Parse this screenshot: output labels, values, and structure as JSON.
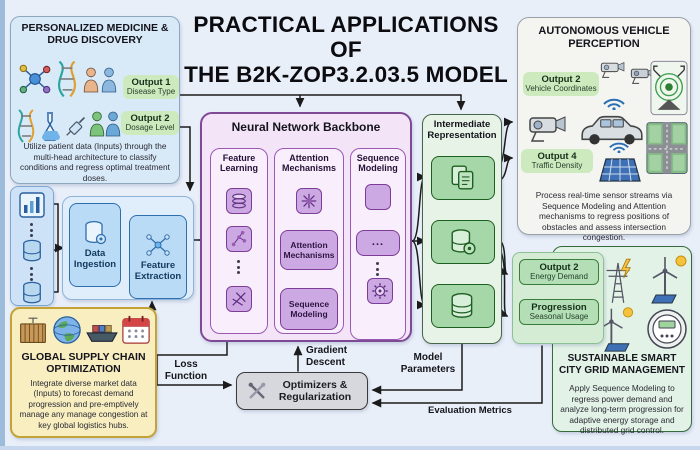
{
  "main_title": {
    "line1": "PRACTICAL APPLICATIONS OF",
    "line2": "THE B2K-ZOP3.2.03.5 MODEL"
  },
  "medicine": {
    "title": "PERSONALIZED MEDICINE & DRUG DISCOVERY",
    "output1_label": "Output 1",
    "output1_value": "Disease Type",
    "output2_label": "Output 2",
    "output2_value": "Dosage Level",
    "description": "Utilize patient data (Inputs) through the multi-head architecture to classify conditions and regress optimal treatment doses."
  },
  "pipeline": {
    "data_ingestion": "Data Ingestion",
    "feature_extraction": "Feature Extraction"
  },
  "backbone": {
    "title": "Neural Network Backbone",
    "col1_label": "Feature Learning",
    "col2_label": "Attention Mechanisms",
    "col3_label": "Sequence Modeling",
    "attention_box": "Attention Mechanisms",
    "sequence_box": "Sequence Modeling",
    "ellipsis": "..."
  },
  "intermediate": {
    "title": "Intermediate Representation"
  },
  "vehicle": {
    "title": "AUTONOMOUS VEHICLE PERCEPTION",
    "output2_label": "Output 2",
    "output2_value": "Vehicle Coordinates",
    "output4_label": "Output 4",
    "output4_value": "Traffic Density",
    "description": "Process real-time sensor streams via Sequence Modeling and Attention mechanisms to regress positions of obstacles and assess intersection congestion."
  },
  "grid": {
    "title": "SUSTAINABLE SMART CITY GRID MANAGEMENT",
    "output2_label": "Output 2",
    "output2_value": "Energy Demand",
    "progression_label": "Progression",
    "progression_value": "Seasonal Usage",
    "description": "Apply Sequence Modeling to regress power demand and analyze long-term progression for adaptive energy storage and distributed grid control."
  },
  "supply": {
    "title": "GLOBAL SUPPLY CHAIN OPTIMIZATION",
    "description": "Integrate diverse market data (Inputs) to forecast demand progression and pre-emptively manage any manage congestion at key global logistics hubs."
  },
  "training": {
    "optimizers": "Optimizers & Regularization",
    "loss": "Loss Function",
    "gradient": "Gradient Descent",
    "model_params": "Model Parameters",
    "evaluation": "Evaluation Metrics"
  },
  "colors": {
    "background": "#e9eff9",
    "backbone_purple": "#9b59b6",
    "pipeline_blue": "#2f6fae",
    "output_green": "#3a7d3a",
    "supply_yellow": "#c3a339",
    "arrow": "#1b1b1b"
  }
}
